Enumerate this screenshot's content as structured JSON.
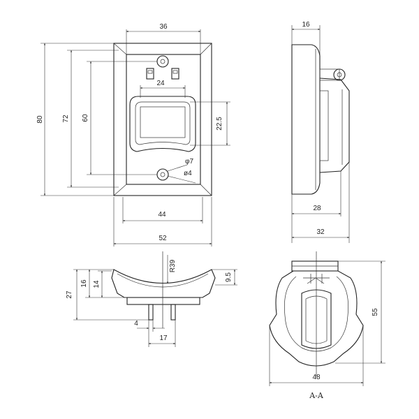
{
  "front_view": {
    "dim_width_top": "36",
    "dim_height_outer": "80",
    "dim_height_mid": "72",
    "dim_height_inner": "60",
    "dim_window_width": "24",
    "dim_window_height": "22.5",
    "dim_hole_large": "φ7",
    "dim_hole_small": "ø4",
    "dim_width_inner": "44",
    "dim_width_outer": "52"
  },
  "side_view": {
    "dim_depth_top": "16",
    "dim_depth_mid": "28",
    "dim_depth_bottom": "32"
  },
  "bottom_view": {
    "dim_height_27": "27",
    "dim_height_16": "16",
    "dim_height_14": "14",
    "dim_radius": "R39",
    "dim_height_95": "9.5",
    "dim_pin_4": "4",
    "dim_pin_17": "17"
  },
  "section_view": {
    "dim_height_55": "55",
    "dim_width_48": "48",
    "label": "A-A"
  }
}
